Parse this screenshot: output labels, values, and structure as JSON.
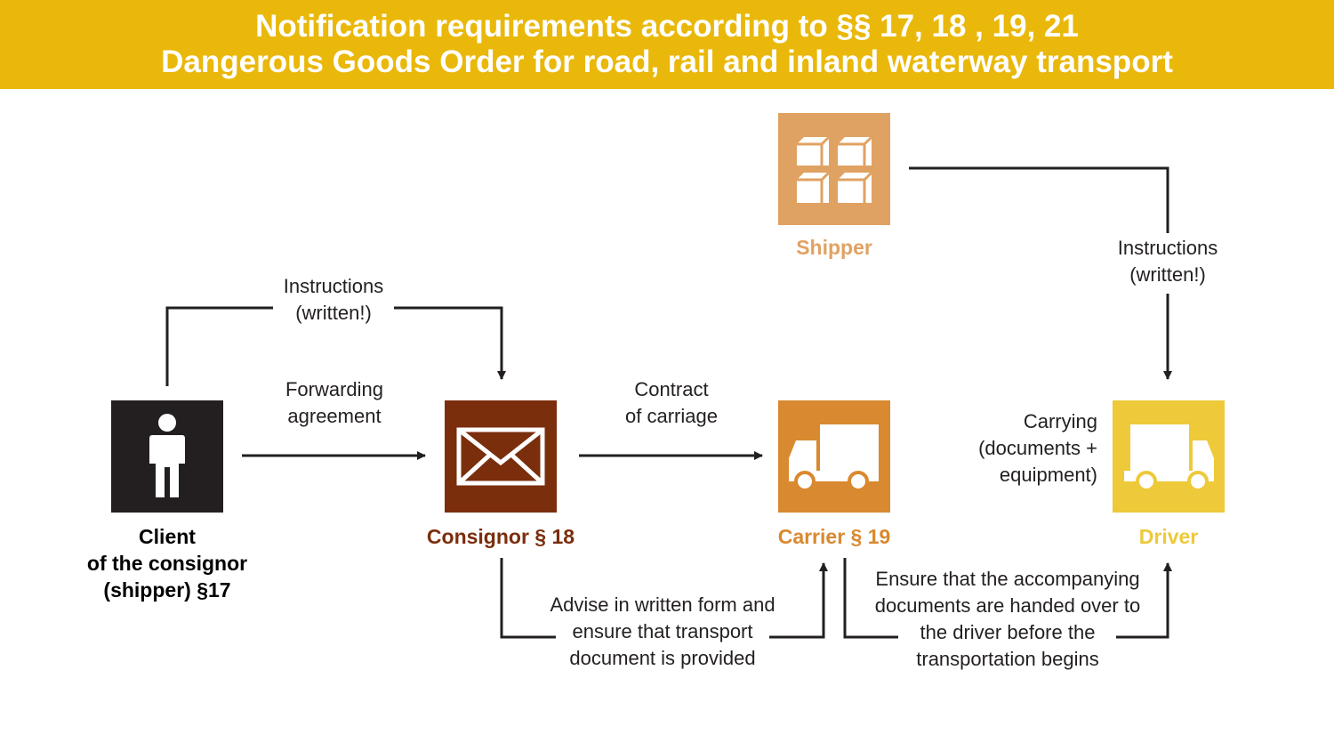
{
  "title": {
    "line1": "Notification requirements according to §§ 17, 18 , 19, 21",
    "line2": "Dangerous Goods Order for road, rail and inland waterway transport"
  },
  "colors": {
    "header": "#e9b80a",
    "client": "#231f20",
    "consignor": "#7a2e0c",
    "carrier": "#d9892f",
    "shipper": "#e0a262",
    "driver": "#eec93a"
  },
  "nodes": {
    "client": {
      "label_line1": "Client",
      "label_line2": "of the consignor",
      "label_line3": "(shipper) §17",
      "icon": "person-icon"
    },
    "consignor": {
      "label": "Consignor § 18",
      "icon": "envelope-icon"
    },
    "carrier": {
      "label": "Carrier § 19",
      "icon": "truck-icon"
    },
    "shipper": {
      "label": "Shipper",
      "icon": "boxes-icon"
    },
    "driver": {
      "label": "Driver",
      "icon": "truck-icon"
    }
  },
  "edges": {
    "client_instructions": {
      "line1": "Instructions",
      "line2": "(written!)"
    },
    "forwarding": {
      "line1": "Forwarding",
      "line2": "agreement"
    },
    "contract": {
      "line1": "Contract",
      "line2": "of carriage"
    },
    "shipper_instructions": {
      "line1": "Instructions",
      "line2": "(written!)"
    },
    "carrying": {
      "line1": "Carrying",
      "line2": "(documents +",
      "line3": "equipment)"
    },
    "advise": {
      "line1": "Advise in written form and",
      "line2": "ensure that transport",
      "line3": "document is provided"
    },
    "ensure": {
      "line1": "Ensure that the accompanying",
      "line2": "documents are handed over to",
      "line3": "the driver before the",
      "line4": "transportation begins"
    }
  }
}
